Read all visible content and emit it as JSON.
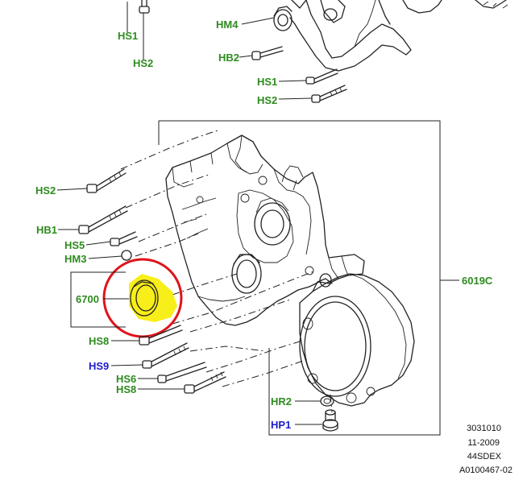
{
  "labels": {
    "hs1_top": "HS1",
    "hs2_top": "HS2",
    "hm4": "HM4",
    "hb2": "HB2",
    "hs1_right": "HS1",
    "hs2_right": "HS2",
    "hs2_left": "HS2",
    "hb1": "HB1",
    "hs5": "HS5",
    "hm3": "HM3",
    "p6700": "6700",
    "p6019c": "6019C",
    "hs8_a": "HS8",
    "hs9": "HS9",
    "hs6": "HS6",
    "hs8_b": "HS8",
    "hr2": "HR2",
    "hp1": "HP1"
  },
  "reference": {
    "line1": "3031010",
    "line2": "11-2009",
    "line3": "44SDEX",
    "line4": "A0100467-02"
  },
  "colors": {
    "label_green": "#2e8b1f",
    "label_blue": "#1c1cc8",
    "highlight_circle": "#e0131b",
    "highlight_fill": "#f7ec00"
  }
}
